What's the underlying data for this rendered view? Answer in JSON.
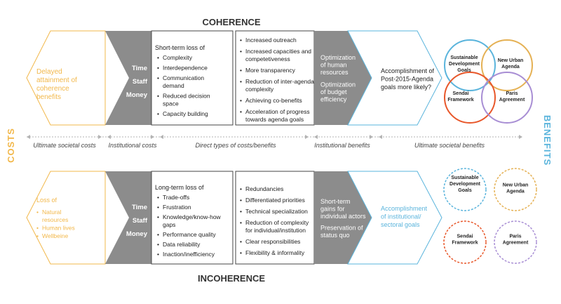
{
  "colors": {
    "gold": "#f2b84b",
    "blue": "#5ab4dc",
    "gray": "#8c8c8c",
    "dark": "#333333",
    "axis": "#b3b3b3",
    "circle_blue": "#5ab4dc",
    "circle_gold": "#e5b154",
    "circle_red": "#e8572a",
    "circle_purple": "#a88ed4"
  },
  "headings": {
    "coherence": "COHERENCE",
    "incoherence": "INCOHERENCE"
  },
  "side": {
    "costs": "COSTS",
    "benefits": "BENEFITS"
  },
  "axis": {
    "ultimate_costs": "Ultimate societal costs",
    "institutional_costs": "Institutional costs",
    "direct": "Direct types of costs/benefits",
    "institutional_benefits": "Institutional benefits",
    "ultimate_benefits": "Ultimate societal benefits"
  },
  "coherence": {
    "left_text": [
      "Delayed",
      "attainment of",
      "coherence",
      "benefits"
    ],
    "resources": [
      "Time",
      "Staff",
      "Money"
    ],
    "loss_title": "Short-term loss of",
    "loss_items": [
      [
        "Complexity"
      ],
      [
        "Interdependence"
      ],
      [
        "Communication",
        "demand"
      ],
      [
        "Reduced decision",
        "space"
      ],
      [
        "Capacity building"
      ]
    ],
    "benefit_items": [
      [
        "Increased outreach"
      ],
      [
        "Increased capacities and",
        "competetiveness"
      ],
      [
        "More transparency"
      ],
      [
        "Reduction of inter-agenda",
        "complexity"
      ],
      [
        "Achieving co-benefits"
      ],
      [
        "Acceleration of progress",
        "towards agenda goals"
      ]
    ],
    "institutional": [
      [
        "Optimization",
        "of human",
        "resources"
      ],
      [
        "Optimization",
        "of budget",
        "efficiency"
      ]
    ],
    "outcome": [
      "Accomplishment of",
      "Post-2015-Agenda",
      "goals more likely?"
    ]
  },
  "incoherence": {
    "left_title": "Loss of",
    "left_items": [
      [
        "Natural",
        "resources"
      ],
      [
        "Human lives"
      ],
      [
        "Wellbeine"
      ]
    ],
    "resources": [
      "Time",
      "Staff",
      "Money"
    ],
    "loss_title": "Long-term loss of",
    "loss_items": [
      [
        "Trade-offs"
      ],
      [
        "Frustration"
      ],
      [
        "Knowledge/know-how",
        "gaps"
      ],
      [
        "Performance quality"
      ],
      [
        "Data reliability"
      ],
      [
        "Inaction/inefficiency"
      ]
    ],
    "benefit_items": [
      [
        "Redundancies"
      ],
      [
        "Differentiated priorities"
      ],
      [
        "Technical specialization"
      ],
      [
        "Reduction of complexity",
        "for individual/institution"
      ],
      [
        "Clear responsibilities"
      ],
      [
        "Flexibility & informality"
      ]
    ],
    "institutional": [
      [
        "Short-term",
        "gains for",
        "individual actors"
      ],
      [
        "Preservation of",
        "status quo"
      ]
    ],
    "outcome": [
      "Accomplishment",
      "of institutional/",
      "sectoral goals"
    ]
  },
  "agendas": {
    "sdg": [
      "Sustainable",
      "Development",
      "Goals"
    ],
    "urban": [
      "New Urban",
      "Agenda"
    ],
    "sendai": [
      "Sendai",
      "Framework"
    ],
    "paris": [
      "Paris",
      "Agreement"
    ]
  }
}
